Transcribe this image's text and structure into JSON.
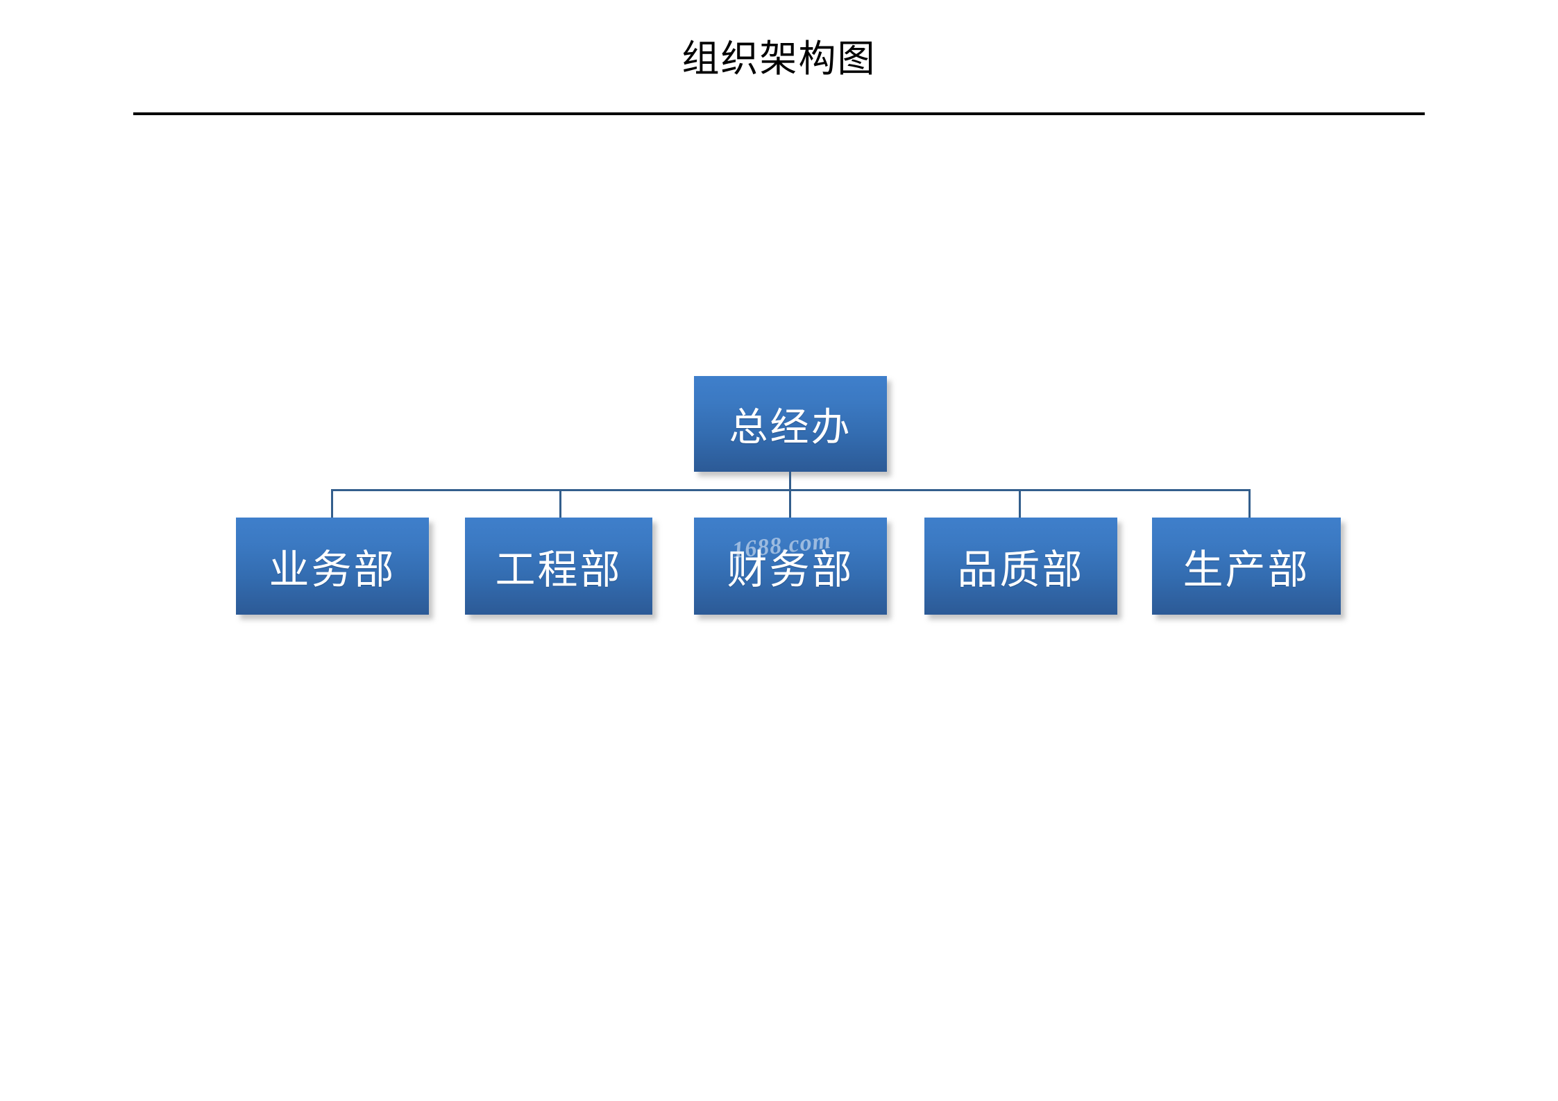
{
  "page": {
    "title": "组织架构图",
    "background_color": "#FFFFFF",
    "rule_color": "#000000"
  },
  "theme": {
    "node_gradient_top": "#3F7FCB",
    "node_gradient_bottom": "#2C5A96",
    "node_text_color": "#FFFFFF",
    "connector_color": "#335E8C",
    "shadow_color": "#787878"
  },
  "chart_data": {
    "type": "diagram",
    "diagram_kind": "organization-chart",
    "title": "组织架构图",
    "orientation": "top-down",
    "levels": 2,
    "root": {
      "id": "gm-office",
      "label": "总经办"
    },
    "children": [
      {
        "id": "dept-business",
        "label": "业务部",
        "parent": "gm-office"
      },
      {
        "id": "dept-engineering",
        "label": "工程部",
        "parent": "gm-office"
      },
      {
        "id": "dept-finance",
        "label": "财务部",
        "parent": "gm-office"
      },
      {
        "id": "dept-quality",
        "label": "品质部",
        "parent": "gm-office"
      },
      {
        "id": "dept-production",
        "label": "生产部",
        "parent": "gm-office"
      }
    ],
    "edges": [
      {
        "from": "gm-office",
        "to": "dept-business"
      },
      {
        "from": "gm-office",
        "to": "dept-engineering"
      },
      {
        "from": "gm-office",
        "to": "dept-finance"
      },
      {
        "from": "gm-office",
        "to": "dept-quality"
      },
      {
        "from": "gm-office",
        "to": "dept-production"
      }
    ]
  },
  "watermark": {
    "text": "1688.com"
  }
}
